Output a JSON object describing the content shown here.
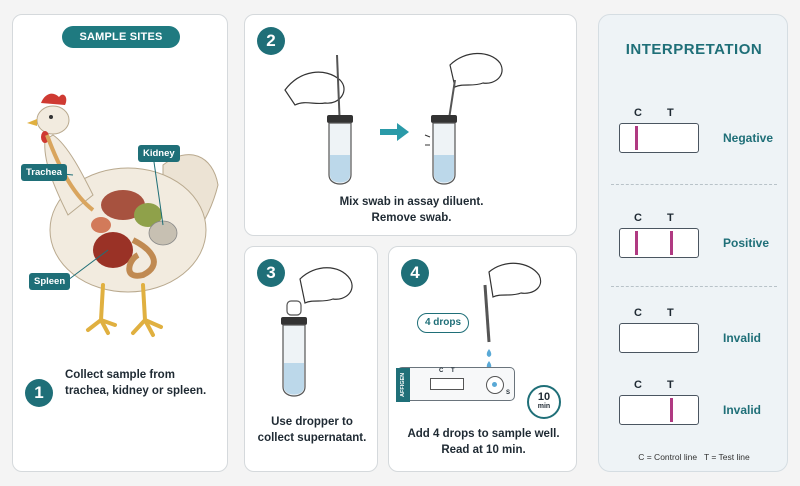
{
  "sample_sites": {
    "title": "SAMPLE SITES",
    "labels": {
      "trachea": "Trachea",
      "kidney": "Kidney",
      "spleen": "Spleen"
    }
  },
  "steps": [
    {
      "number": "1",
      "caption_lines": [
        "Collect sample from",
        "trachea, kidney or spleen."
      ]
    },
    {
      "number": "2",
      "caption_lines": [
        "Mix swab in assay diluent.",
        "Remove swab."
      ]
    },
    {
      "number": "3",
      "caption_lines": [
        "Use dropper to",
        "collect supernatant."
      ]
    },
    {
      "number": "4",
      "caption_lines": [
        "Add 4 drops to sample well.",
        "Read at 10 min."
      ],
      "drops_label": "4 drops",
      "cassette_brand": "AFFIGEN",
      "cassette_c": "C",
      "cassette_t": "T",
      "cassette_s": "S",
      "timer_value": "10",
      "timer_unit": "min"
    }
  ],
  "interpretation": {
    "title": "INTERPRETATION",
    "c_label": "C",
    "t_label": "T",
    "results": [
      {
        "result": "Negative",
        "control_line": true,
        "test_line": false
      },
      {
        "result": "Positive",
        "control_line": true,
        "test_line": true
      },
      {
        "result": "Invalid",
        "control_line": false,
        "test_line": false
      },
      {
        "result": "Invalid",
        "control_line": false,
        "test_line": true
      }
    ],
    "legend": "C = Control line   T = Test line"
  },
  "colors": {
    "teal": "#1f6f78",
    "line": "#b03a82",
    "drop": "#5aa9d6"
  }
}
